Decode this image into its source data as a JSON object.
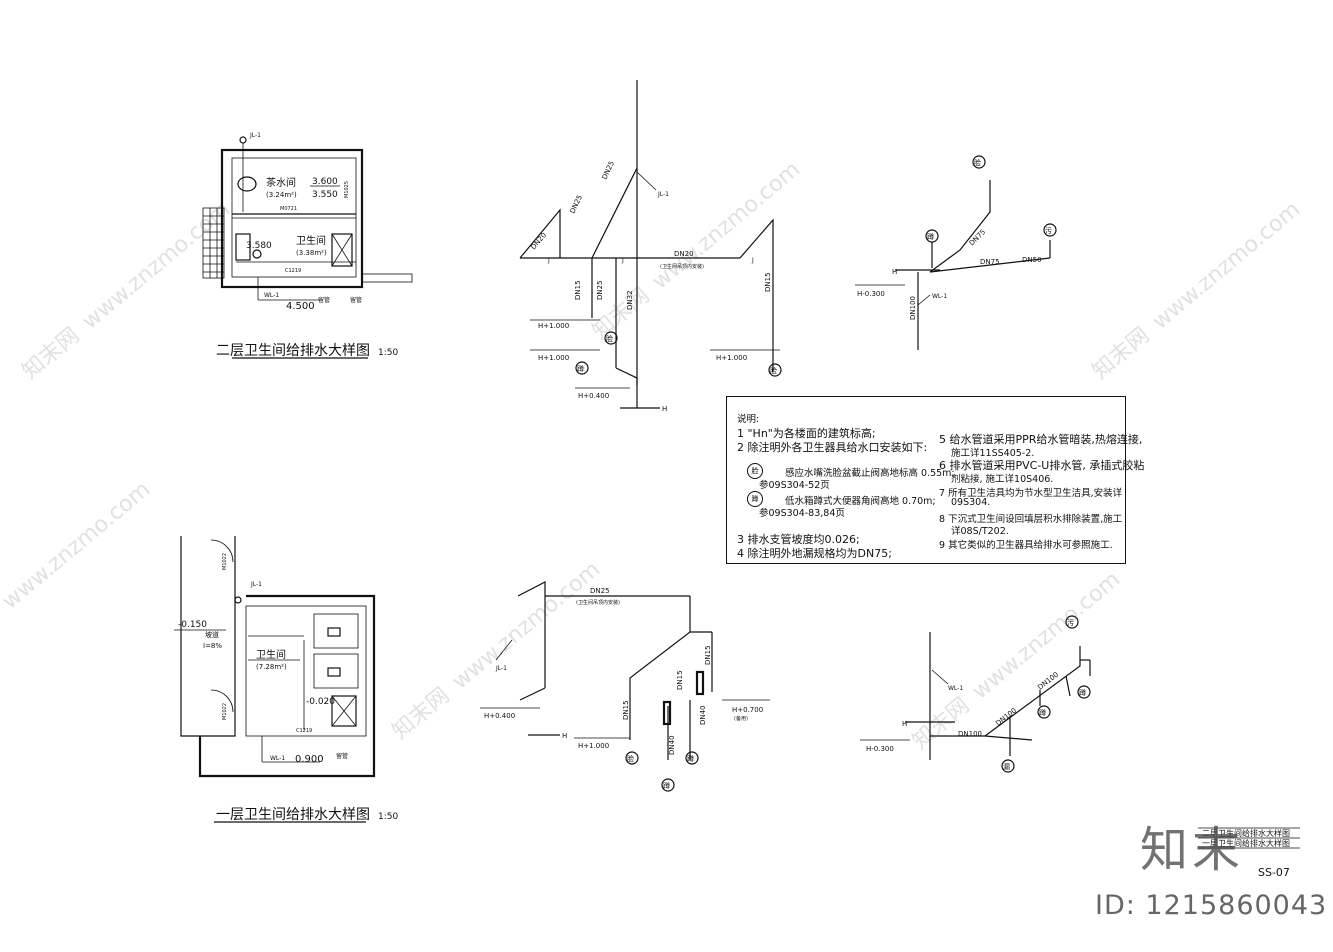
{
  "plans": {
    "upper": {
      "title": "二层卫生间给排水大样图",
      "scale": "1:50",
      "pipe_jl": "JL-1",
      "room1_name": "茶水间",
      "room1_area": "(3.24m²)",
      "room1_elev": "3.600",
      "room1_elev2": "3.550",
      "door1": "M0721",
      "door_side": "M1025",
      "room2_name": "卫生间",
      "room2_area": "(3.38m²)",
      "room2_elev": "3.580",
      "window": "C1219",
      "pipe_wl": "WL-1",
      "elev_out": "4.500",
      "label_pipe_a": "留管",
      "label_pipe_b": "留管"
    },
    "lower": {
      "title": "一层卫生间给排水大样图",
      "scale": "1:50",
      "pipe_jl": "JL-1",
      "door_top": "M1022",
      "door_mid": "M1022",
      "elev_out": "-0.150",
      "slope_label": "坡道",
      "slope_val": "I=8%",
      "room_name": "卫生间",
      "room_area": "(7.28m²)",
      "room_elev": "-0.020",
      "window": "C1219",
      "pipe_wl": "WL-1",
      "elev_wl": "0.900",
      "label_pipe": "留管"
    }
  },
  "axo_top": {
    "jl": "JL-1",
    "dn20_left": "DN20",
    "dn25_a": "DN25",
    "dn25_b": "DN25",
    "dn15_a": "DN15",
    "dn25_c": "DN25",
    "dn32": "DN32",
    "dn20": "DN20",
    "dn20_note": "(卫生间吊顶内安装)",
    "dn15_right": "DN15",
    "h1": "H+1.000",
    "h2": "H+1.000",
    "h3": "H+1.000",
    "h4": "H+0.400",
    "h": "H",
    "node_j": "J",
    "fixture_a": "脸",
    "fixture_b": "蹲",
    "fixture_c": "脸"
  },
  "drain_top": {
    "dn75_a": "DN75",
    "dn75_b": "DN75",
    "dn50": "DN50",
    "dn100": "DN100",
    "wl": "WL-1",
    "h": "H",
    "h_elev": "H-0.300",
    "fixture_a": "脸",
    "fixture_b": "蹲",
    "fixture_c": "污"
  },
  "axo_bottom": {
    "dn25": "DN25",
    "dn25_note": "(卫生间吊顶内安装)",
    "jl": "JL-1",
    "dn15_a": "DN15",
    "dn15_b": "DN15",
    "dn15_c": "DN15",
    "dn40_a": "DN40",
    "dn40_b": "DN40",
    "h1": "H+0.400",
    "h2": "H+1.000",
    "h3": "H+0.700",
    "h3_note": "(备用)",
    "h": "H",
    "fixture_a": "脸",
    "fixture_b": "蹲",
    "fixture_c": "蹲"
  },
  "drain_bottom": {
    "dn100_a": "DN100",
    "dn100_b": "DN100",
    "dn100_c": "DN100",
    "wl": "WL-1",
    "h": "H",
    "h_elev": "H-0.300",
    "fixture_a": "污",
    "fixture_b": "蹲",
    "fixture_c": "蹲",
    "fixture_d": "漏"
  },
  "notes": {
    "heading": "说明:",
    "n1": "1 \"Hn\"为各楼面的建筑标高;",
    "n2": "2 除注明外各卫生器具给水口安装如下:",
    "n2a": "感应水嘴洗脸盆截止阀高地标高 0.55m;",
    "n2a_ref": "参09S304-52页",
    "n2b": "低水箱蹲式大便器角阀高地 0.70m;",
    "n2b_ref": "参09S304-83,84页",
    "n3": "3 排水支管坡度均0.026;",
    "n4": "4 除注明外地漏规格均为DN75;",
    "n5": "5 给水管道采用PPR给水管暗装,热熔连接,",
    "n5b": "施工详11SS405-2.",
    "n6": "6 排水管道采用PVC-U排水管, 承插式胶粘",
    "n6b": "剂粘接, 施工详10S406.",
    "n7": "7 所有卫生洁具均为节水型卫生洁具,安装详",
    "n7b": "09S304.",
    "n8": "8 下沉式卫生间设回填层积水排除装置,施工",
    "n8b": "详08S/T202.",
    "n9": "9 其它类似的卫生器具给排水可参照施工.",
    "badge_a": "脸",
    "badge_b": "蹲"
  },
  "titleblock": {
    "line1": "二层卫生间给排水大样图",
    "line2": "一层卫生间给排水大样图",
    "sheet_no": "SS-07"
  },
  "watermark": {
    "site": "www.znzmo.com",
    "brand": "知末",
    "brand_net": "知末网",
    "id_label": "ID: 1215860043"
  }
}
